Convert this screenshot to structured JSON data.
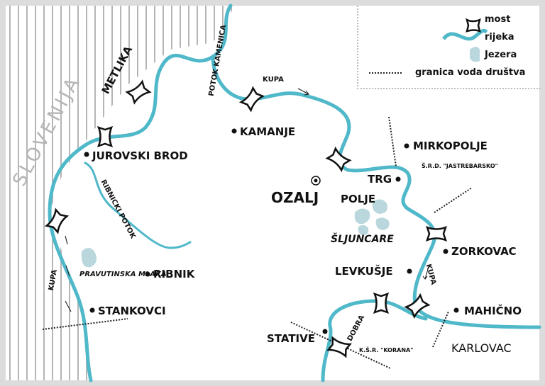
{
  "legend": {
    "bridge": "most",
    "river": "rijeka",
    "lake": "Jezera",
    "boundary": "granica voda društva"
  },
  "country": "SLOVENIJA",
  "towns": {
    "metlika": "METLIKA",
    "jurovski_brod": "JUROVSKI BROD",
    "kamanje": "KAMANJE",
    "mirkopolje": "MIRKOPOLJE",
    "trg": "TRG",
    "ozalj": "OZALJ",
    "polje": "POLJE",
    "sjuncare": "ŠLJUNCARE",
    "zorkovac": "ZORKOVAC",
    "levkusje": "LEVKUŠJE",
    "ribnik": "RIBNIK",
    "stankovci": "STANKOVCI",
    "mahicno": "MAHIČNO",
    "karlovac": "KARLOVAC",
    "stative": "STATIVE"
  },
  "waters": {
    "kupa": "KUPA",
    "potok_kamenica": "POTOK KAMENICA",
    "ribnicki_potok": "RIBNICKI POTOK",
    "pravutinska_mlaka": "PRAVUTINSKA MLAKA",
    "dobra": "DOBRA"
  },
  "societies": {
    "jastrebarsko": "Š.R.D. \"JASTREBARSKO\"",
    "korana": "K.Š.R. \"KORANA\""
  },
  "colors": {
    "river": "#4fb8c9",
    "lake": "#b9d7dc",
    "stripes": "#b5b5b5",
    "frame": "#dcdcdc"
  }
}
